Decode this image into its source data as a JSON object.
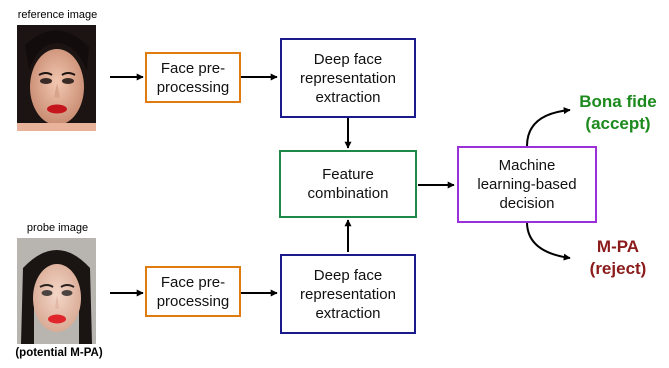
{
  "reference": {
    "caption": "reference image"
  },
  "probe": {
    "caption": "probe image",
    "note": "(potential M-PA)"
  },
  "boxes": {
    "preprocess_top": [
      "Face pre-",
      "processing"
    ],
    "deep_top": [
      "Deep face",
      "representation",
      "extraction"
    ],
    "feature": [
      "Feature",
      "combination"
    ],
    "ml": [
      "Machine",
      "learning-based",
      "decision"
    ],
    "preprocess_bottom": [
      "Face pre-",
      "processing"
    ],
    "deep_bottom": [
      "Deep face",
      "representation",
      "extraction"
    ]
  },
  "outcomes": {
    "bona_fide": [
      "Bona fide",
      "(accept)"
    ],
    "mpa": [
      "M-PA",
      "(reject)"
    ]
  },
  "colors": {
    "orange": "#e07b10",
    "blue": "#1a1a8c",
    "green": "#1e8a4a",
    "purple": "#9b30d9",
    "accept": "#1d8a1d",
    "reject": "#8b1a1a"
  }
}
